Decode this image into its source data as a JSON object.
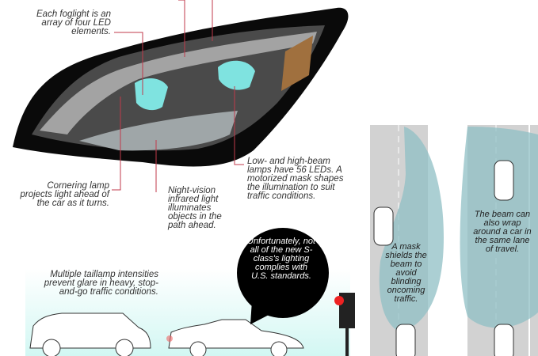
{
  "callouts": {
    "foglight": "Each foglight is an array of four LED elements.",
    "cornering": "Cornering lamp projects light ahead of the car as it turns.",
    "night_vision": "Night-vision infrared light illuminates objects in the path ahead.",
    "beam_lamps": "Low- and high-beam lamps have 56 LEDs. A motorized mask shapes the illumination to suit traffic conditions.",
    "taillamp": "Multiple taillamp intensities prevent glare in heavy, stop-and-go traffic conditions."
  },
  "speech_bubble": "Unfortunately, not all of the new S-class's lighting complies with U.S. standards.",
  "road_diagrams": {
    "mask": "A mask shields the beam to avoid blinding oncoming traffic.",
    "wrap": "The beam can also wrap around a car in the same lane of travel."
  },
  "colors": {
    "leader": "#c0394b",
    "lens": "#7fe3e0",
    "beam": "#8fbfc4",
    "road": "#d2d2d2",
    "ground": "#d8f6f3"
  }
}
